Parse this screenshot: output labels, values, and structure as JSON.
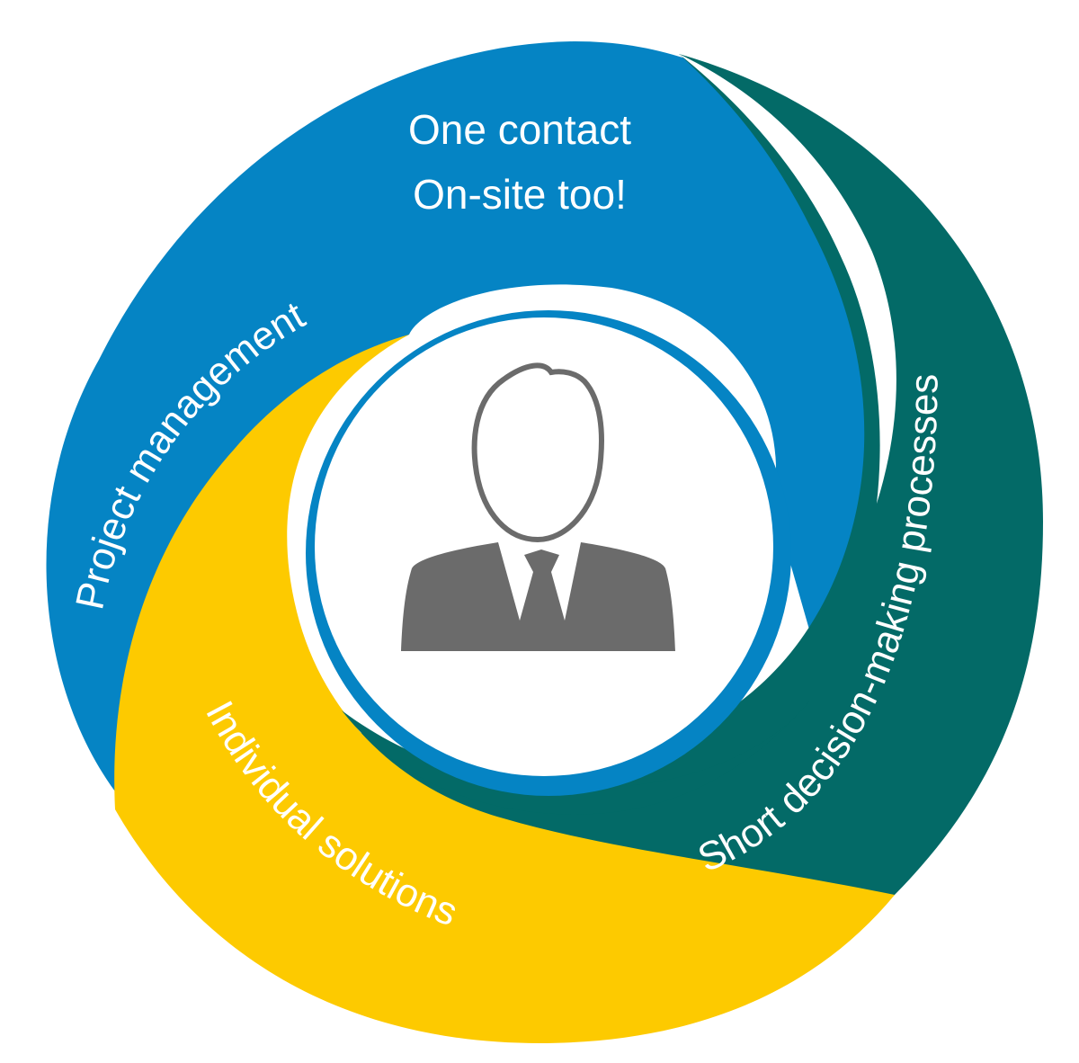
{
  "diagram": {
    "top_text": {
      "line1": "One contact",
      "line2": "On-site too!"
    },
    "segments": [
      {
        "id": "project",
        "label": "Project management",
        "color": "#0584c4"
      },
      {
        "id": "decision",
        "label": "Short decision-making processes",
        "color": "#036a67"
      },
      {
        "id": "individual",
        "label": "Individual solutions",
        "color": "#fdca00"
      }
    ],
    "center": {
      "icon": "businessman-icon",
      "icon_color": "#6b6b6b",
      "background": "#ffffff"
    }
  }
}
